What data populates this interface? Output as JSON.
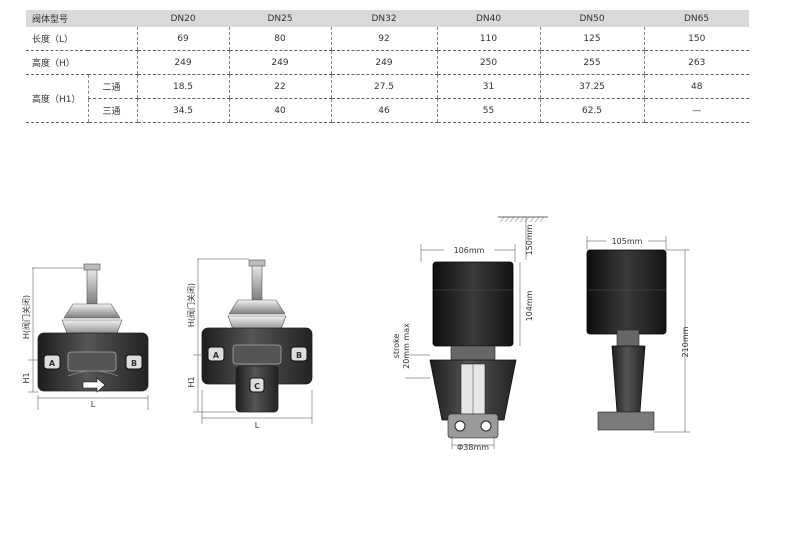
{
  "table": {
    "header": {
      "label": "阀体型号",
      "cols": [
        "DN20",
        "DN25",
        "DN32",
        "DN40",
        "DN50",
        "DN65"
      ]
    },
    "rows": [
      {
        "label": "长度（L）",
        "values": [
          "69",
          "80",
          "92",
          "110",
          "125",
          "150"
        ]
      },
      {
        "label": "高度（H）",
        "values": [
          "249",
          "249",
          "249",
          "250",
          "255",
          "263"
        ]
      }
    ],
    "h1": {
      "label": "高度（H1）",
      "rows": [
        {
          "label": "二通",
          "values": [
            "18.5",
            "22",
            "27.5",
            "31",
            "37.25",
            "48"
          ]
        },
        {
          "label": "三通",
          "values": [
            "34.5",
            "40",
            "46",
            "55",
            "62.5",
            "—"
          ]
        }
      ]
    }
  },
  "drawings": {
    "valve2": {
      "port_a": "A",
      "port_b": "B",
      "h_label": "H(阀门关闭)",
      "h1_label": "H1",
      "l_label": "L"
    },
    "valve3": {
      "port_a": "A",
      "port_b": "B",
      "port_c": "C",
      "h_label": "H(阀门关闭)",
      "h1_label": "H1",
      "l_label": "L"
    },
    "actuator_front": {
      "width": "106mm",
      "top_gap": "150mm",
      "body_height": "104mm",
      "stroke_line1": "stroke",
      "stroke_line2": "20mm max",
      "diameter": "Φ38mm"
    },
    "actuator_side": {
      "width": "105mm",
      "height": "210mm"
    }
  }
}
